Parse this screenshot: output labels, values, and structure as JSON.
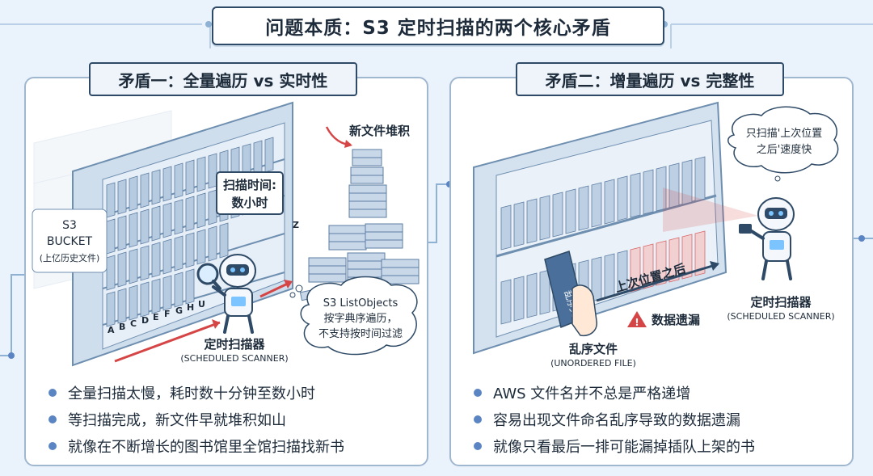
{
  "title": "问题本质：S3 定时扫描的两个核心矛盾",
  "left": {
    "heading": "矛盾一：全量遍历 vs 实时性",
    "bucket_line1": "S3",
    "bucket_line2": "BUCKET",
    "bucket_line3": "(上亿历史文件)",
    "scan_time_line1": "扫描时间:",
    "scan_time_line2": "数小时",
    "new_files": "新文件堆积",
    "scanner_cn": "定时扫描器",
    "scanner_en": "(SCHEDULED SCANNER)",
    "list_line1": "S3 ListObjects",
    "list_line2": "按字典序遍历，",
    "list_line3": "不支持按时间过滤",
    "shelf_letters": [
      "A",
      "B",
      "C",
      "D",
      "E",
      "F",
      "G",
      "H",
      "U"
    ],
    "stack_letter": "Z",
    "bullets": [
      "全量扫描太慢，耗时数十分钟至数小时",
      "等扫描完成，新文件早就堆积如山",
      "就像在不断增长的图书馆里全馆扫描找新书"
    ]
  },
  "right": {
    "heading": "矛盾二：增量遍历 vs 完整性",
    "thought_line1": "只扫描'上次位置",
    "thought_line2": "之后'速度快",
    "after_last": "上次位置之后",
    "missing": "数据遗漏",
    "scanner_cn": "定时扫描器",
    "scanner_en": "(SCHEDULED SCANNER)",
    "unordered_cn": "乱序文件",
    "unordered_en": "(UNORDERED FILE)",
    "book_label": "乱序文件",
    "bullets": [
      "AWS 文件名并不总是严格递增",
      "容易出现文件命名乱序导致的数据遗漏",
      "就像只看最后一排可能漏掉插队上架的书"
    ]
  },
  "colors": {
    "border": "#2e4a66",
    "accent_blue": "#5b85c2",
    "alert_red": "#d64545",
    "background": "#eaf3fb"
  }
}
